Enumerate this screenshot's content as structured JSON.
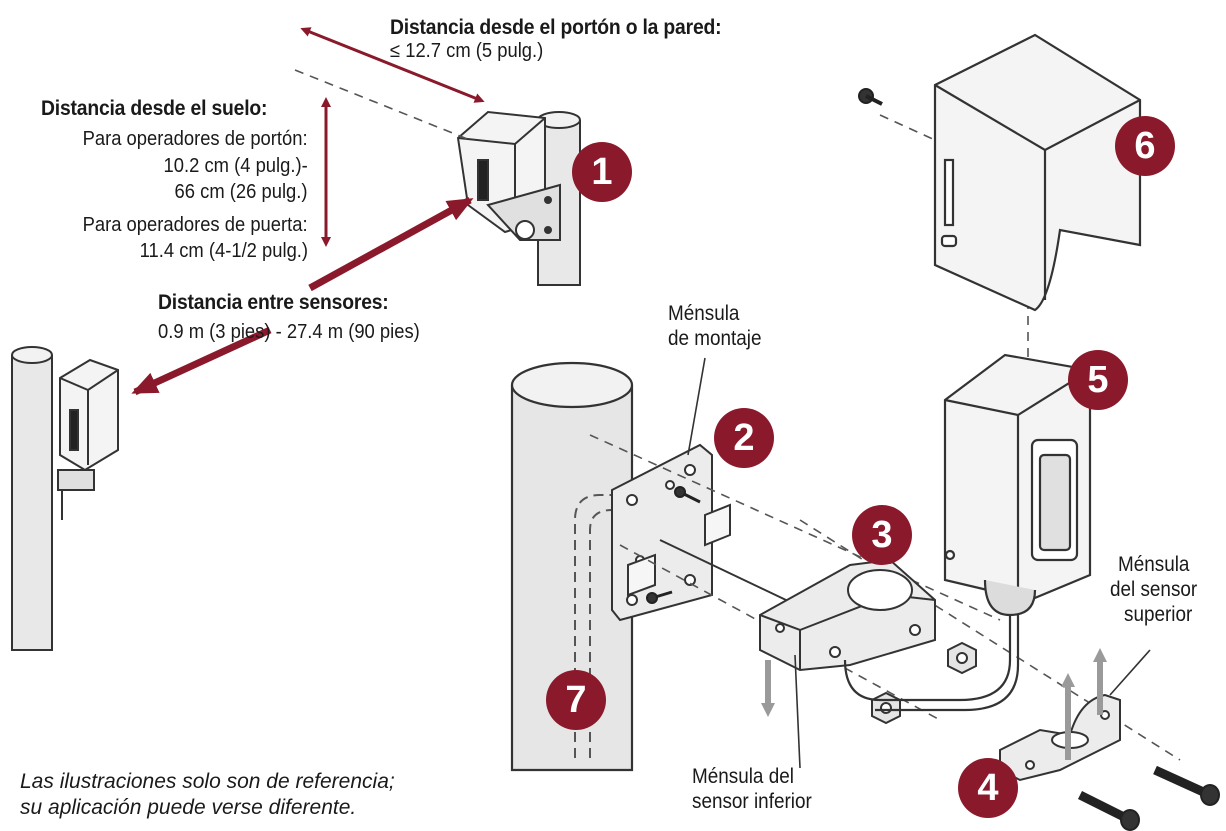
{
  "distance_gate": {
    "heading": "Distancia desde el portón o la pared:",
    "value": "≤ 12.7 cm (5 pulg.)"
  },
  "distance_floor": {
    "heading": "Distancia desde el suelo:",
    "gate_label": "Para operadores de portón:",
    "gate_value_1": "10.2 cm (4 pulg.)-",
    "gate_value_2": "66 cm (26 pulg.)",
    "door_label": "Para operadores de puerta:",
    "door_value": "11.4 cm (4-1/2 pulg.)"
  },
  "distance_sensors": {
    "heading": "Distancia entre sensores:",
    "value": "0.9 m (3 pies) - 27.4 m (90 pies)"
  },
  "callouts": {
    "mounting_bracket_1": "Ménsula",
    "mounting_bracket_2": "de montaje",
    "upper_bracket_1": "Ménsula",
    "upper_bracket_2": "del sensor",
    "upper_bracket_3": "superior",
    "lower_bracket_1": "Ménsula del",
    "lower_bracket_2": "sensor inferior"
  },
  "badges": [
    "1",
    "2",
    "3",
    "4",
    "5",
    "6",
    "7"
  ],
  "note": {
    "line1": "Las ilustraciones solo son de referencia;",
    "line2": "su aplicación puede verse diferente."
  },
  "colors": {
    "accent": "#8a1a2b",
    "line": "#333333",
    "fill": "#e6e6e6"
  }
}
